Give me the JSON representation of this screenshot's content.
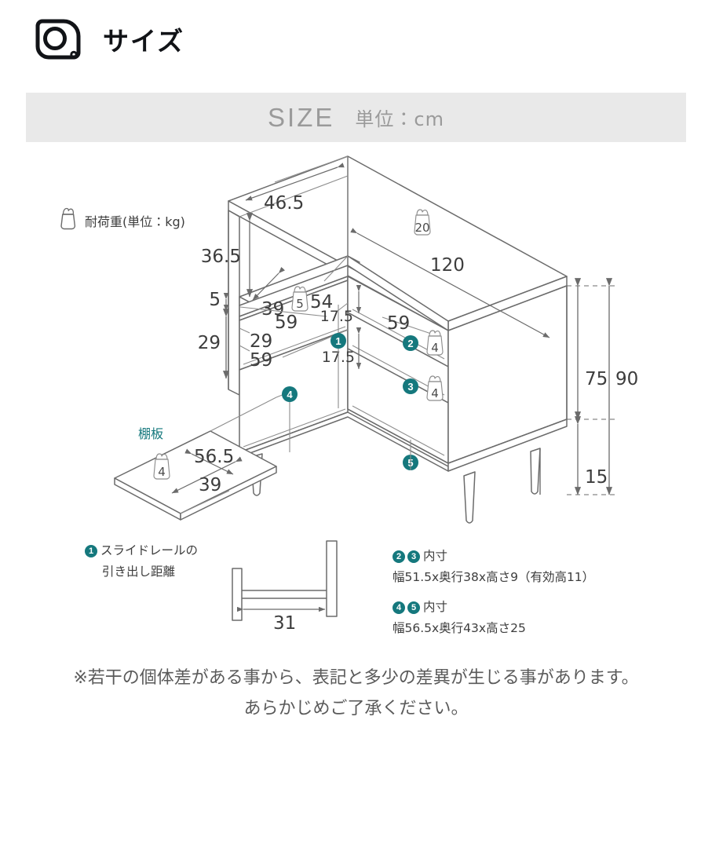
{
  "header": {
    "title": "サイズ",
    "icon": "tape-measure-icon"
  },
  "banner": {
    "size_label": "SIZE",
    "unit_label": "単位：cm"
  },
  "legend": {
    "icon": "weight-bag-icon",
    "text": "耐荷重(単位：kg)"
  },
  "diagram": {
    "shelf_label": "棚板",
    "dimensions": {
      "depth_top": "46.5",
      "open_shelf_height": "36.5",
      "open_shelf_depth": "39",
      "top_width": "120",
      "mid_width": "54",
      "small_gap": "5",
      "drawer_band": "29",
      "drawer_left_width_a": "59",
      "drawer_left_width_b": "29",
      "drawer_left_width_c": "59",
      "drawer_right_width": "59",
      "drawer_right_height_a": "17.5",
      "drawer_right_height_b": "17.5",
      "body_height": "75",
      "leg_height": "15",
      "total_height": "90",
      "shelf_width": "56.5",
      "shelf_depth": "39",
      "rail_pullout": "31"
    },
    "weights": [
      {
        "id": "weight-top",
        "value": "20"
      },
      {
        "id": "weight-open-shelf",
        "value": "5"
      },
      {
        "id": "weight-drawer-2",
        "value": "4"
      },
      {
        "id": "weight-drawer-3",
        "value": "4"
      },
      {
        "id": "weight-shelf-board",
        "value": "4"
      }
    ],
    "markers": [
      {
        "id": "marker-1",
        "value": "1"
      },
      {
        "id": "marker-2",
        "value": "2"
      },
      {
        "id": "marker-3",
        "value": "3"
      },
      {
        "id": "marker-4",
        "value": "4"
      },
      {
        "id": "marker-5",
        "value": "5"
      }
    ]
  },
  "notes": {
    "note1": {
      "marks": "1",
      "line1": "スライドレールの",
      "line2": "引き出し距離"
    },
    "note2": {
      "mark_a": "2",
      "mark_b": "3",
      "head": "内寸",
      "body": "幅51.5x奥行38x高さ9（有効高11）"
    },
    "note3": {
      "mark_a": "4",
      "mark_b": "5",
      "head": "内寸",
      "body": "幅56.5x奥行43x高さ25"
    }
  },
  "disclaimer": {
    "line1": "※若干の個体差がある事から、表記と多少の差異が生じる事があります。",
    "line2": "あらかじめご了承ください。"
  },
  "colors": {
    "accent_teal": "#15787d",
    "banner_bg": "#e9e9e9",
    "line": "#6b6b6b",
    "text": "#3d3d3d"
  }
}
